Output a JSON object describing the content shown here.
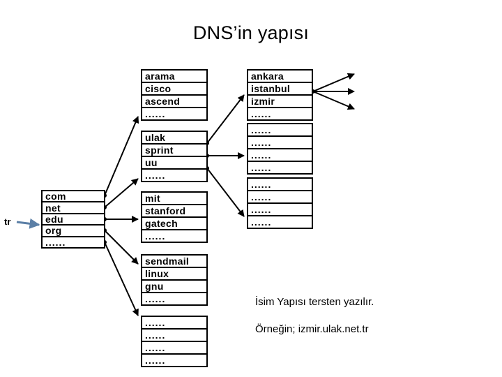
{
  "slide": {
    "title": "DNS’in yapısı",
    "tr_label": "tr",
    "notes": [
      "İsim Yapısı tersten yazılır.",
      "Örneğin; izmir.ulak.net.tr"
    ],
    "colors": {
      "background": "#ffffff",
      "stroke": "#000000",
      "text": "#000000",
      "tr_arrow": "#5b7fa6"
    }
  },
  "boxes": {
    "root": {
      "name": "tld-box",
      "rows": [
        "com",
        "net",
        "edu",
        "org",
        "......"
      ]
    },
    "arama": {
      "name": "arama-box",
      "rows": [
        "arama",
        "cisco",
        "ascend",
        "......"
      ]
    },
    "ulak": {
      "name": "ulak-box",
      "rows": [
        "ulak",
        "sprint",
        "uu",
        "......"
      ]
    },
    "mit": {
      "name": "mit-box",
      "rows": [
        "mit",
        "stanford",
        "gatech",
        "......"
      ]
    },
    "sendmail": {
      "name": "sendmail-box",
      "rows": [
        "sendmail",
        "linux",
        "gnu",
        "......"
      ]
    },
    "bottom_left": {
      "name": "placeholder-box-left",
      "rows": [
        "......",
        "......",
        "......",
        "......"
      ]
    },
    "ankara": {
      "name": "ankara-box",
      "rows": [
        "ankara",
        "istanbul",
        "izmir",
        "......"
      ]
    },
    "right_mid": {
      "name": "placeholder-box-right-middle",
      "rows": [
        "......",
        "......",
        "......",
        "......"
      ]
    },
    "right_low": {
      "name": "placeholder-box-right-lower",
      "rows": [
        "......",
        "......",
        "......",
        "......"
      ]
    }
  }
}
